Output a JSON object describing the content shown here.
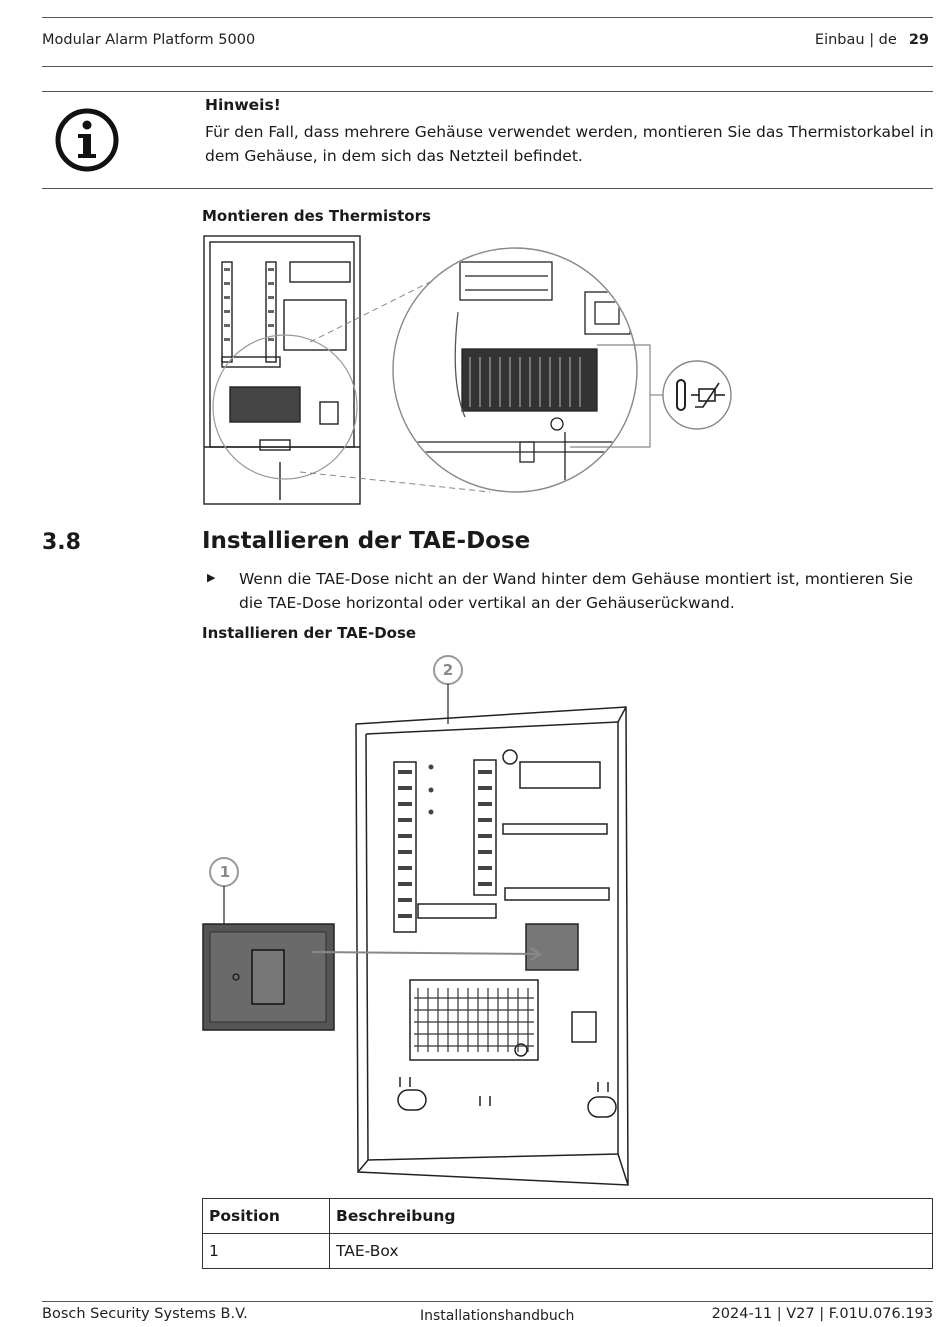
{
  "header": {
    "title": "Modular Alarm Platform 5000",
    "section": "Einbau | de",
    "page_number": "29"
  },
  "note": {
    "icon": "info-icon",
    "title": "Hinweis!",
    "text": "Für den Fall, dass mehrere Gehäuse verwendet werden, montieren Sie das Thermistorkabel in dem Gehäuse, in dem sich das Netzteil befindet."
  },
  "figure1": {
    "caption": "Montieren des Thermistors"
  },
  "section": {
    "number": "3.8",
    "title": "Installieren der TAE-Dose",
    "bullet": "Wenn die TAE-Dose nicht an der Wand hinter dem Gehäuse montiert ist, montieren Sie die TAE-Dose horizontal oder vertikal an der Gehäuserückwand."
  },
  "figure2": {
    "caption": "Installieren der TAE-Dose",
    "callout_1": "1",
    "callout_2": "2"
  },
  "table": {
    "headers": [
      "Position",
      "Beschreibung"
    ],
    "rows": [
      [
        "1",
        "TAE-Box"
      ]
    ]
  },
  "footer": {
    "company": "Bosch Security Systems B.V.",
    "doc_type": "Installationshandbuch",
    "version": "2024-11 | V27 | F.01U.076.193"
  }
}
